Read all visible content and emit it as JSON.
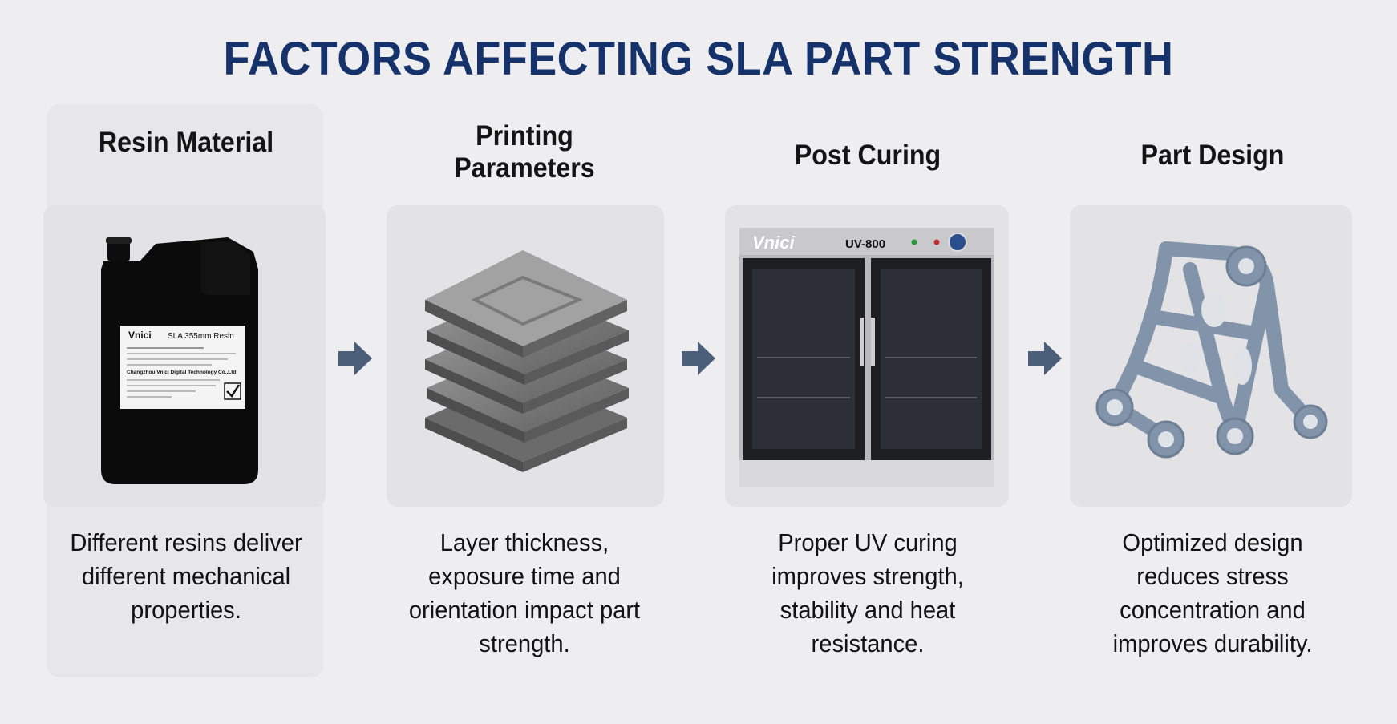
{
  "title": "FACTORS AFFECTING SLA PART STRENGTH",
  "columns": [
    {
      "heading": "Resin Material",
      "description": "Different resins deliver different mechanical properties.",
      "image_icon": "resin-bottle-icon",
      "label": {
        "brand": "Vnici",
        "product": "SLA 355mm Resin",
        "company": "Changzhou Vnici Digital Technology Co.,Ltd"
      }
    },
    {
      "heading": "Printing Parameters",
      "description": "Layer thickness, exposure time and orientation impact part strength.",
      "image_icon": "layer-stack-icon"
    },
    {
      "heading": "Post Curing",
      "description": "Proper UV curing improves strength, stability and heat resistance.",
      "image_icon": "uv-curing-oven-icon",
      "oven": {
        "brand": "Vnici",
        "model": "UV-800"
      }
    },
    {
      "heading": "Part Design",
      "description": "Optimized design reduces stress concentration and improves durability.",
      "image_icon": "lattice-bracket-icon"
    }
  ],
  "arrows": [
    "arrow-right-icon",
    "arrow-right-icon",
    "arrow-right-icon"
  ],
  "colors": {
    "title": "#16326b",
    "arrow": "#4b5f78",
    "background": "#eeeef0"
  }
}
